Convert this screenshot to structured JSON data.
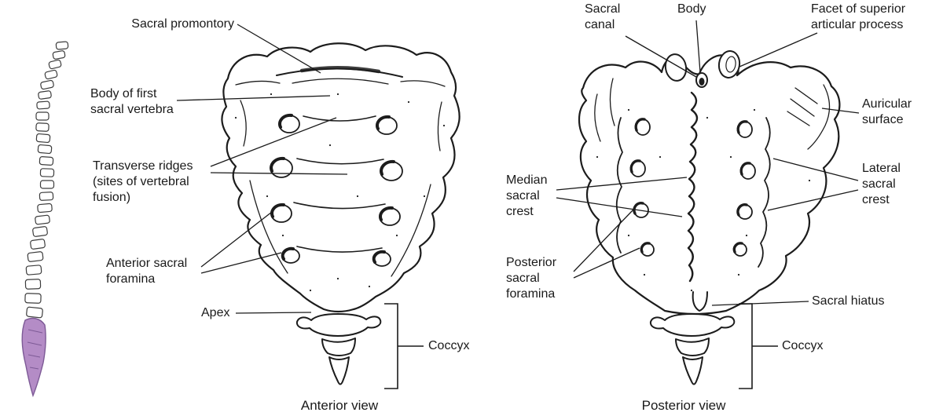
{
  "figure": {
    "labels": {
      "sacral_promontory": "Sacral promontory",
      "body_of_first": "Body of first\nsacral vertebra",
      "transverse_ridges": "Transverse ridges\n(sites of vertebral\nfusion)",
      "anterior_sacral_foramina": "Anterior sacral\nforamina",
      "apex": "Apex",
      "coccyx_anterior": "Coccyx",
      "sacral_canal": "Sacral\ncanal",
      "body": "Body",
      "facet_superior": "Facet of superior\narticular process",
      "auricular_surface": "Auricular\nsurface",
      "median_sacral_crest": "Median\nsacral\ncrest",
      "lateral_sacral_crest": "Lateral\nsacral\ncrest",
      "posterior_sacral_foramina": "Posterior\nsacral\nforamina",
      "sacral_hiatus": "Sacral hiatus",
      "coccyx_posterior": "Coccyx"
    },
    "views": {
      "anterior": {
        "caption": "Anterior view"
      },
      "posterior": {
        "caption": "Posterior view"
      }
    },
    "colors": {
      "outline": "#1c1c1c",
      "sacrum_highlight": "#b48cc6",
      "highlight_stroke": "#7d5a96"
    }
  }
}
